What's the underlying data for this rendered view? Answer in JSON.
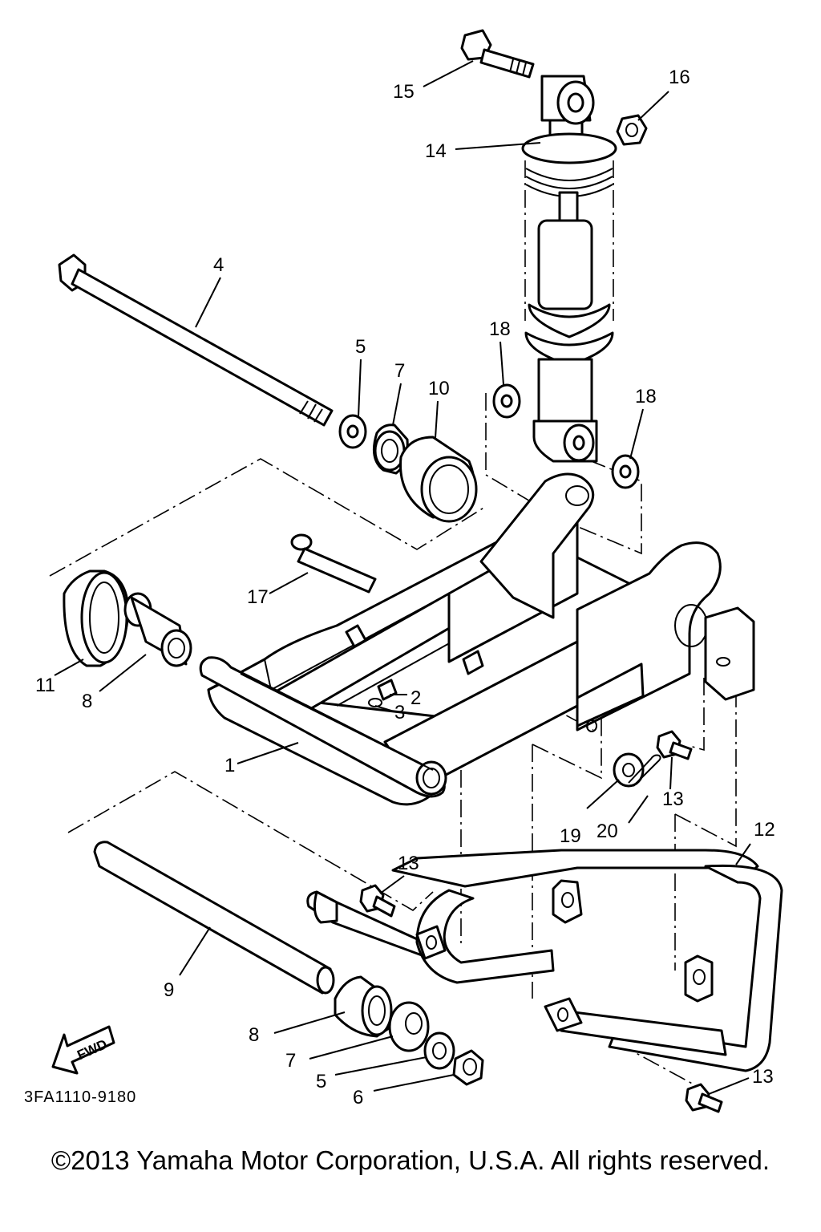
{
  "diagram_code": "3FA1110-9180",
  "fwd_label": "FWD",
  "copyright": "©2013 Yamaha Motor Corporation, U.S.A. All rights reserved.",
  "callouts": [
    {
      "id": "c1",
      "label": "1"
    },
    {
      "id": "c2",
      "label": "2"
    },
    {
      "id": "c3",
      "label": "3"
    },
    {
      "id": "c4",
      "label": "4"
    },
    {
      "id": "c5a",
      "label": "5"
    },
    {
      "id": "c5b",
      "label": "5"
    },
    {
      "id": "c6",
      "label": "6"
    },
    {
      "id": "c7a",
      "label": "7"
    },
    {
      "id": "c7b",
      "label": "7"
    },
    {
      "id": "c8a",
      "label": "8"
    },
    {
      "id": "c8b",
      "label": "8"
    },
    {
      "id": "c9",
      "label": "9"
    },
    {
      "id": "c10",
      "label": "10"
    },
    {
      "id": "c11",
      "label": "11"
    },
    {
      "id": "c12",
      "label": "12"
    },
    {
      "id": "c13a",
      "label": "13"
    },
    {
      "id": "c13b",
      "label": "13"
    },
    {
      "id": "c13c",
      "label": "13"
    },
    {
      "id": "c14",
      "label": "14"
    },
    {
      "id": "c15",
      "label": "15"
    },
    {
      "id": "c16",
      "label": "16"
    },
    {
      "id": "c17",
      "label": "17"
    },
    {
      "id": "c18a",
      "label": "18"
    },
    {
      "id": "c18b",
      "label": "18"
    },
    {
      "id": "c19",
      "label": "19"
    },
    {
      "id": "c20",
      "label": "20"
    }
  ]
}
